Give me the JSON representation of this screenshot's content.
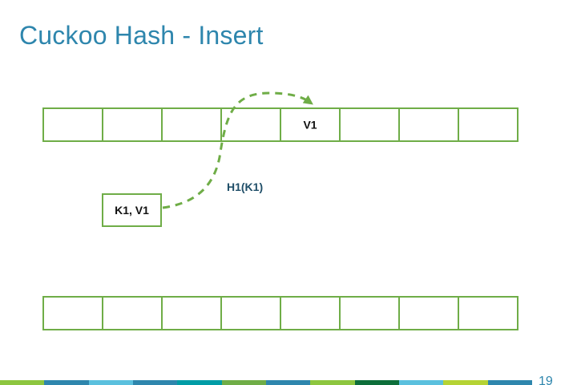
{
  "slide": {
    "title": "Cuckoo Hash - Insert",
    "page_number": "19"
  },
  "diagram": {
    "top_table": {
      "cells": [
        "",
        "",
        "",
        "",
        "V1",
        "",
        "",
        ""
      ]
    },
    "bottom_table": {
      "cells": [
        "",
        "",
        "",
        "",
        "",
        "",
        "",
        ""
      ]
    },
    "insert_item": {
      "label": "K1, V1"
    },
    "hash_function": {
      "label": "H1(K1)",
      "target_slot": 4
    },
    "colors": {
      "title": "#2e86ad",
      "cell_border": "#6fad47",
      "arrow": "#6fad47",
      "hash_label": "#1f4e68"
    }
  },
  "footer": {
    "bar_colors": [
      "#8dc63f",
      "#2e86ad",
      "#5bc0de",
      "#2e86ad",
      "#009ca6",
      "#6fad47",
      "#2e86ad",
      "#8dc63f",
      "#0d6e3a",
      "#5bc0de",
      "#b5d334",
      "#2e86ad"
    ]
  }
}
